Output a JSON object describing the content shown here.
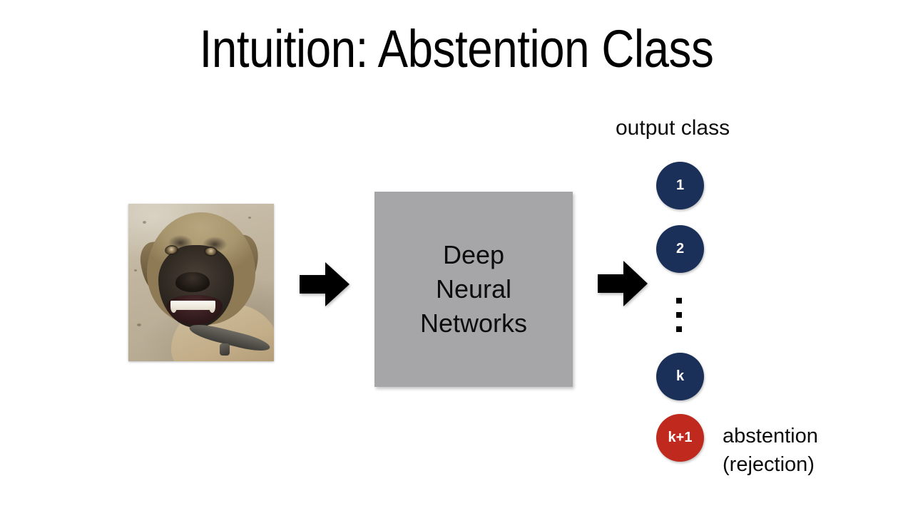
{
  "slide": {
    "title": "Intuition: Abstention Class",
    "background_color": "#ffffff"
  },
  "input": {
    "image_alt": "photograph of a bullmastiff dog sitting on sandy ground looking up with mouth open",
    "icon_name": "dog-photo"
  },
  "flow": {
    "arrow_1_name": "arrow-image-to-network",
    "arrow_2_name": "arrow-network-to-output"
  },
  "model": {
    "label": "Deep\nNeural\nNetworks",
    "box_color": "#a6a6a8",
    "text_color": "#0d0d0d"
  },
  "output": {
    "header": "output class",
    "ellipsis_glyph": "⋮",
    "nodes": [
      {
        "label": "1",
        "color": "#1b3059",
        "kind": "class"
      },
      {
        "label": "2",
        "color": "#1b3059",
        "kind": "class"
      },
      {
        "label": "k",
        "color": "#1b3059",
        "kind": "class"
      },
      {
        "label": "k+1",
        "color": "#c0291d",
        "kind": "abstention"
      }
    ],
    "abstention_annotation": "abstention\n(rejection)"
  },
  "colors": {
    "navy": "#1b3059",
    "red": "#c0291d",
    "gray_box": "#a6a6a8",
    "text": "#0d0d0d",
    "background": "#ffffff"
  }
}
